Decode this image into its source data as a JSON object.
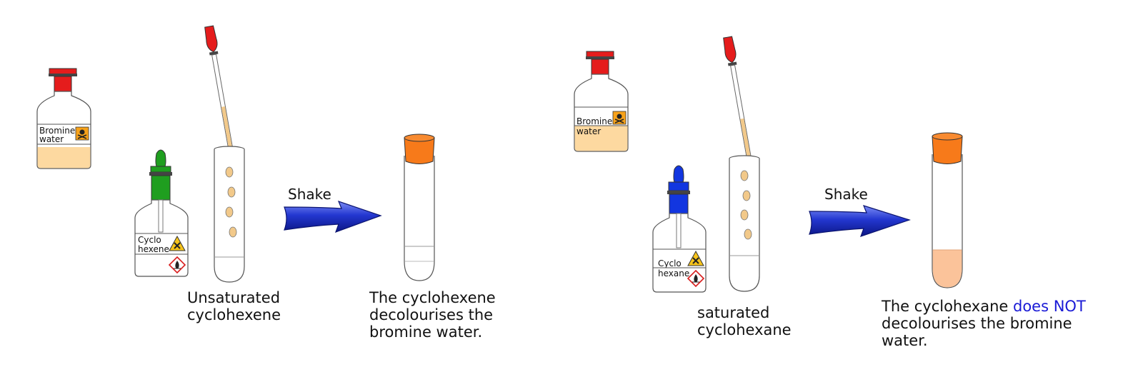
{
  "colors": {
    "bromine_liquid": "#fdd9a0",
    "drop": "#f2c98a",
    "red_cap": "#e51c1c",
    "green_cap": "#1f9e1f",
    "blue_cap": "#1236e0",
    "orange_stopper": "#f77a1a",
    "arrow_blue": "#1d2ec2",
    "highlight_text": "#1a1ad6",
    "hazard_yellow": "#f7c41a",
    "peach_layer": "#fbc39a"
  },
  "left": {
    "bromine_bottle": {
      "label_line1": "Bromine",
      "label_line2": "water",
      "icon": "toxic-skull-icon"
    },
    "dropper_bottle": {
      "label_line1": "Cyclo",
      "label_line2": "hexene",
      "icons": [
        "harmful-x-icon",
        "flammable-icon"
      ]
    },
    "arrow_label": "Shake",
    "caption_tube": [
      "Unsaturated",
      "cyclohexene"
    ],
    "caption_result": [
      "The cyclohexene",
      "decolourises the",
      "bromine water."
    ]
  },
  "right": {
    "bromine_bottle": {
      "label_line1": "Bromine",
      "label_line2": "water",
      "icon": "toxic-skull-icon"
    },
    "dropper_bottle": {
      "label_line1": "Cyclo",
      "label_line2": "hexane",
      "icons": [
        "harmful-x-icon",
        "flammable-icon"
      ]
    },
    "arrow_label": "Shake",
    "caption_tube": [
      "saturated",
      "cyclohexane"
    ],
    "caption_result_line1_a": "The cyclohexane ",
    "caption_result_line1_b": "does NOT",
    "caption_result_rest": [
      "decolourises the bromine",
      "water."
    ]
  }
}
